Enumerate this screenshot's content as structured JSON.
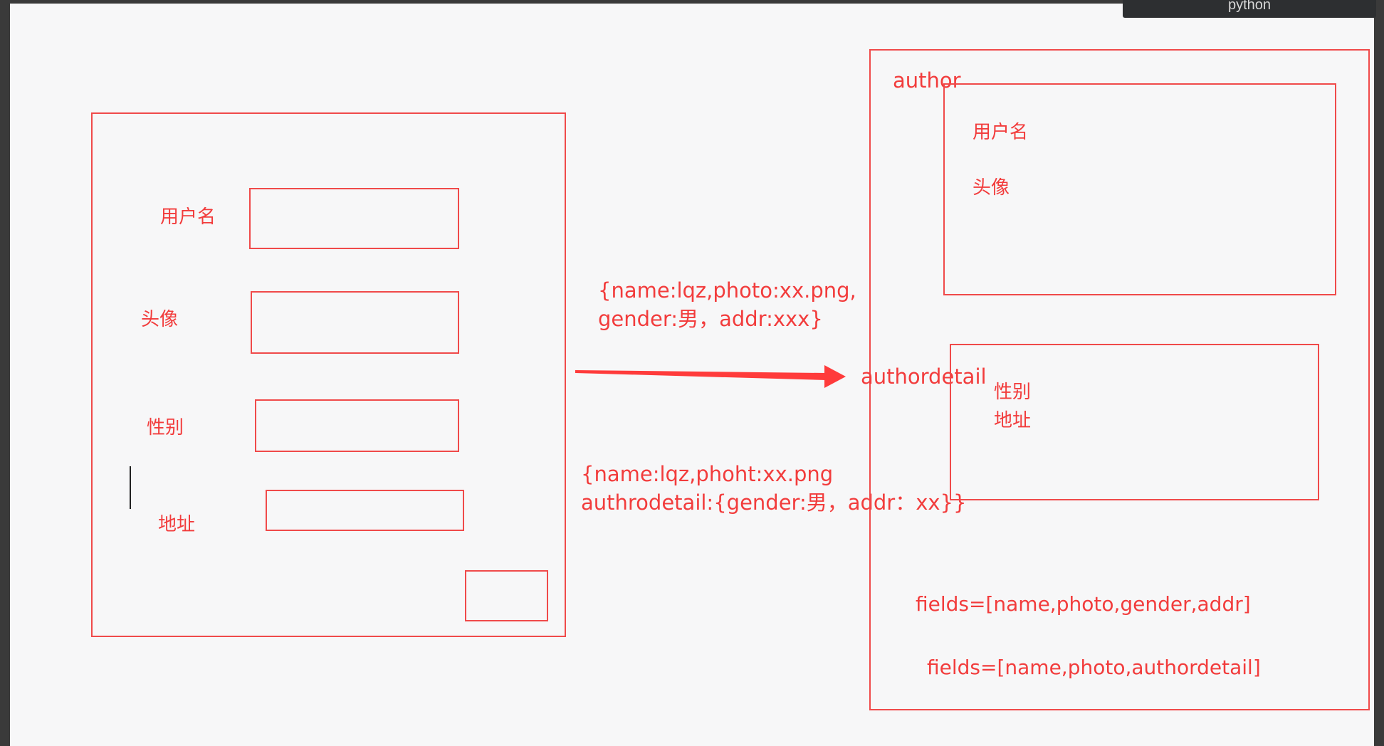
{
  "window": {
    "tab_label": "python"
  },
  "form": {
    "fields": [
      {
        "label": "用户名"
      },
      {
        "label": "头像"
      },
      {
        "label": "性别"
      },
      {
        "label": "地址"
      }
    ]
  },
  "annotations": {
    "flat_json": [
      "{name:lqz,photo:xx.png,",
      "gender:男，addr:xxx}"
    ],
    "nested_json": [
      "{name:lqz,phoht:xx.png",
      "authrodetail:{gender:男，addr：xx}}"
    ]
  },
  "model": {
    "author_label": "author",
    "author_fields": [
      "用户名",
      "头像"
    ],
    "detail_label": "authordetail",
    "detail_fields": [
      "性别",
      "地址"
    ],
    "fields_flat": "fields=[name,photo,gender,addr]",
    "fields_nested": "fields=[name,photo,authordetail]"
  },
  "colors": {
    "accent": "#f04a4a",
    "text": "#f23c3c"
  }
}
